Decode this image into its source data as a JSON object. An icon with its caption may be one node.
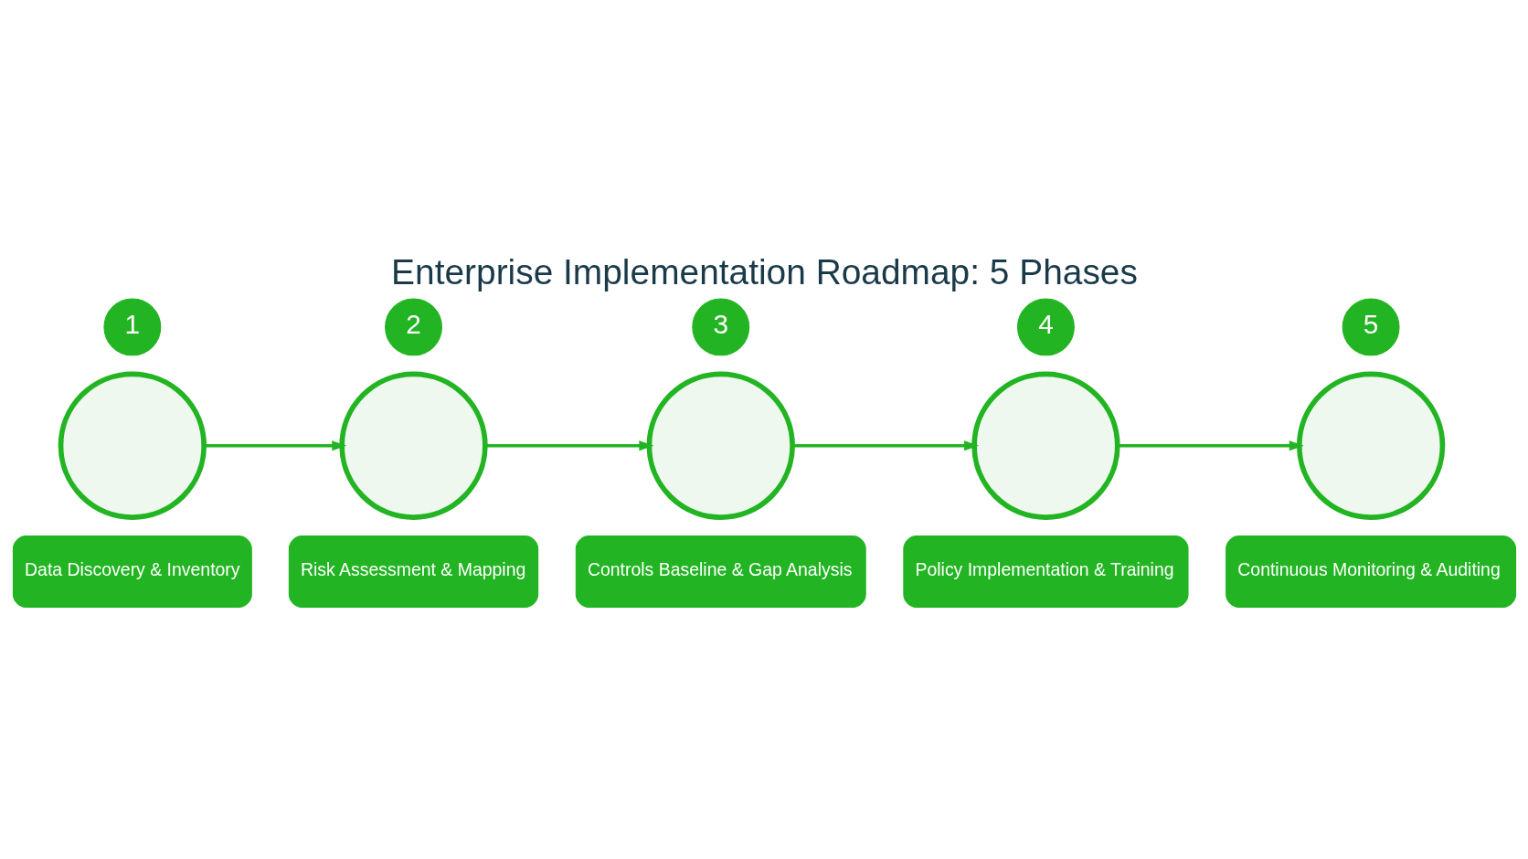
{
  "diagram": {
    "title": "Enterprise Implementation Roadmap: 5 Phases",
    "nodes": [
      {
        "text": [
          "1"
        ]
      },
      {
        "text": [],
        "shape": "circle"
      },
      {
        "text": [
          "Data Discovery & Inventory"
        ]
      },
      {
        "text": [
          "2"
        ]
      },
      {
        "text": [],
        "shape": "circle"
      },
      {
        "text": [
          "Risk Assessment & Mapping"
        ]
      },
      {
        "text": [
          "3"
        ]
      },
      {
        "text": [],
        "shape": "circle"
      },
      {
        "text": [
          "Controls Baseline & Gap Analysis"
        ]
      },
      {
        "text": [
          "4"
        ]
      },
      {
        "text": [],
        "shape": "circle"
      },
      {
        "text": [
          "Policy Implementation & Training"
        ]
      },
      {
        "text": [
          "5"
        ]
      },
      {
        "text": [],
        "shape": "circle"
      },
      {
        "text": [
          "Continuous Monitoring & Auditing"
        ]
      }
    ],
    "edges": [
      {
        "from": 1,
        "to": 4,
        "arrow": "to"
      },
      {
        "from": 4,
        "to": 7,
        "arrow": "to"
      },
      {
        "from": 7,
        "to": 10,
        "arrow": "to"
      },
      {
        "from": 10,
        "to": 13,
        "arrow": "to"
      }
    ]
  }
}
